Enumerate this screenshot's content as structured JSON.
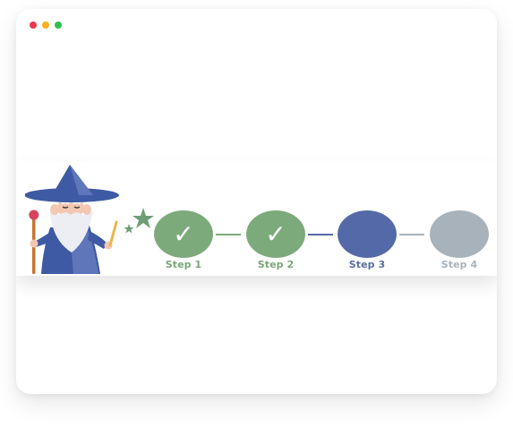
{
  "window": {
    "controls": [
      {
        "name": "close-dot",
        "color": "#e8374e"
      },
      {
        "name": "minimize-dot",
        "color": "#f5b31e"
      },
      {
        "name": "maximize-dot",
        "color": "#2fbf4f"
      }
    ]
  },
  "colors": {
    "complete": "#7daa7b",
    "current": "#546aa8",
    "upcoming": "#a8b2bb",
    "label_complete": "#7aa679",
    "label_current": "#586f98",
    "label_upcoming": "#aab2ba",
    "wizard_robe": "#3e5aa5",
    "wizard_robe_light": "#5f76bb",
    "wizard_beard": "#eceef3",
    "wizard_skin": "#f3c7b2",
    "staff": "#c8752e",
    "staff_orb": "#d6455e",
    "star": "#6f9d75"
  },
  "steps": [
    {
      "label": "Step 1",
      "status": "complete",
      "icon": "check-icon",
      "glyph": "✓"
    },
    {
      "label": "Step 2",
      "status": "complete",
      "icon": "check-icon",
      "glyph": "✓"
    },
    {
      "label": "Step 3",
      "status": "current",
      "icon": "",
      "glyph": ""
    },
    {
      "label": "Step 4",
      "status": "upcoming",
      "icon": "",
      "glyph": ""
    }
  ],
  "illustration": {
    "icon": "wizard-icon"
  }
}
